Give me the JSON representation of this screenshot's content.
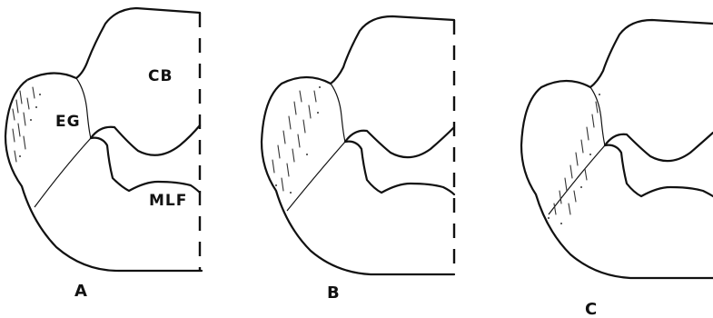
{
  "panels": [
    {
      "id": "A",
      "letter": "A",
      "labels": {
        "cb": "CB",
        "eg": "EG",
        "mlf": "MLF"
      }
    },
    {
      "id": "B",
      "letter": "B"
    },
    {
      "id": "C",
      "letter": "C"
    }
  ]
}
